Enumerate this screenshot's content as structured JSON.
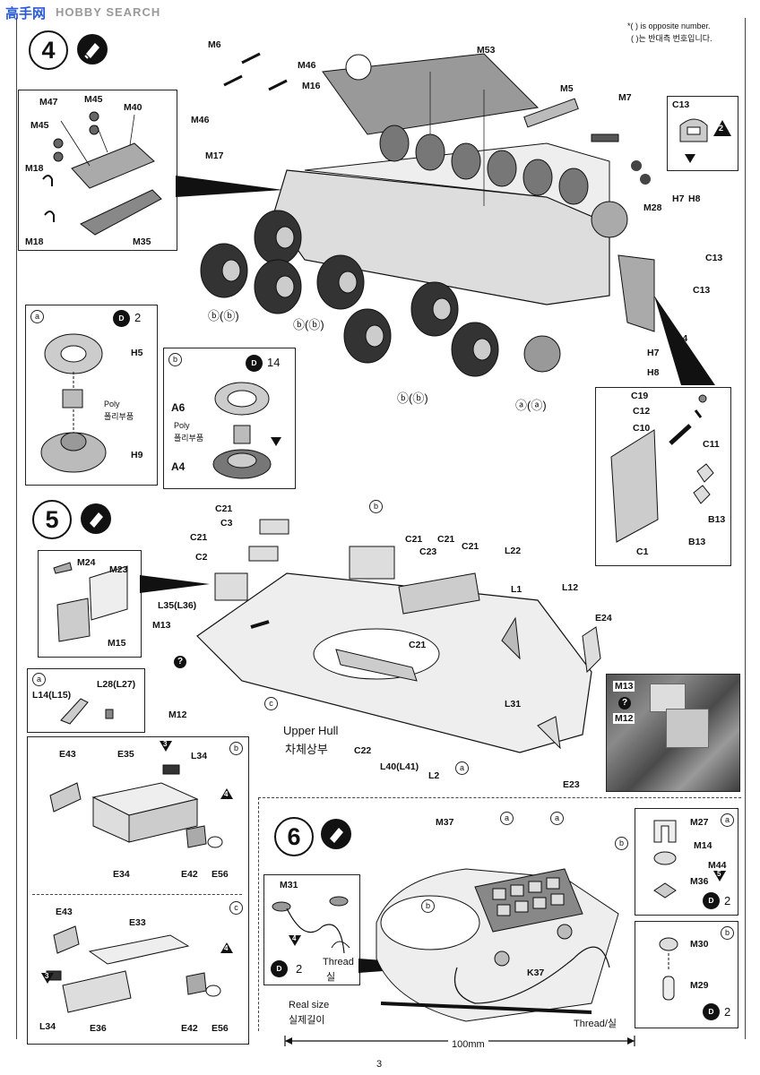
{
  "header": {
    "watermark_cn": "高手网",
    "watermark_en": "HOBBY SEARCH",
    "note_line1": "*( ) is opposite number.",
    "note_line2": "( )는 반대측 번호입니다."
  },
  "step4": {
    "number": "4",
    "inset_labels": {
      "m47": "M47",
      "m45a": "M45",
      "m40": "M40",
      "m45b": "M45",
      "m18a": "M18",
      "m18b": "M18",
      "m35": "M35"
    },
    "labels": {
      "m6": "M6",
      "m46a": "M46",
      "m16": "M16",
      "m46b": "M46",
      "m17": "M17",
      "m53": "M53",
      "m5": "M5",
      "m7": "M7",
      "m28": "M28",
      "h7a": "H7",
      "h8a": "H8",
      "c13a": "C13",
      "c13b": "C13",
      "c14": "C14",
      "h7b": "H7",
      "h8b": "H8",
      "bb1": "ⓑ(ⓑ)",
      "bb2": "ⓑ(ⓑ)",
      "bb3": "ⓑ(ⓑ)",
      "aa": "ⓐ(ⓐ)"
    },
    "c13_box": {
      "label": "C13",
      "badge": "2"
    },
    "sub_a": {
      "marker": "a",
      "count": "2",
      "h5": "H5",
      "poly_en": "Poly",
      "poly_kr": "폴리부품",
      "h9": "H9"
    },
    "sub_b": {
      "marker": "b",
      "count": "14",
      "a6": "A6",
      "poly_en": "Poly",
      "poly_kr": "폴리부품",
      "a4": "A4"
    },
    "detail": {
      "c19": "C19",
      "c12": "C12",
      "c10": "C10",
      "c11": "C11",
      "b13a": "B13",
      "b13b": "B13",
      "c1": "C1"
    }
  },
  "step5": {
    "number": "5",
    "inset": {
      "m24": "M24",
      "m23": "M23",
      "m15": "M15"
    },
    "inset_a": {
      "marker": "a",
      "l14": "L14(L15)",
      "l28": "L28(L27)"
    },
    "labels": {
      "c21a": "C21",
      "c3": "C3",
      "c21b": "C21",
      "c2": "C2",
      "l35": "L35(L36)",
      "m13": "M13",
      "m12": "M12",
      "c": "c",
      "b_top": "b",
      "c21c": "C21",
      "c23": "C23",
      "c21d": "C21",
      "c21e": "C21",
      "l22": "L22",
      "l1": "L1",
      "l12": "L12",
      "e24": "E24",
      "c21f": "C21",
      "l31": "L31",
      "c22": "C22",
      "l40": "L40(L41)",
      "l2": "L2",
      "a": "a",
      "e23": "E23",
      "upper_hull_en": "Upper Hull",
      "upper_hull_kr": "차체상부"
    },
    "photo": {
      "m13": "M13",
      "m12": "M12"
    },
    "sub_b": {
      "marker": "b",
      "e43": "E43",
      "e35": "E35",
      "l34": "L34",
      "e34": "E34",
      "e42": "E42",
      "e56": "E56",
      "badge3": "3",
      "badge4": "4"
    },
    "sub_c": {
      "marker": "c",
      "e43": "E43",
      "e33": "E33",
      "l34": "L34",
      "e36": "E36",
      "e42": "E42",
      "e56": "E56",
      "badge3": "3",
      "badge4": "4"
    }
  },
  "step6": {
    "number": "6",
    "labels": {
      "m37": "M37",
      "a1": "a",
      "a2": "a",
      "b1": "b",
      "b2": "b",
      "k37": "K37",
      "thread": "Thread/실"
    },
    "cable_box": {
      "m31": "M31",
      "badge": "4",
      "count": "2",
      "thread_en": "Thread",
      "thread_kr": "실"
    },
    "sub_a": {
      "marker": "a",
      "m27": "M27",
      "m14": "M14",
      "m44": "M44",
      "m36": "M36",
      "count": "2",
      "badge5": "5"
    },
    "sub_b": {
      "marker": "b",
      "m30": "M30",
      "m29": "M29",
      "count": "2"
    }
  },
  "footer": {
    "real_size_en": "Real size",
    "real_size_kr": "실제길이",
    "scale": "100mm",
    "page": "3"
  }
}
